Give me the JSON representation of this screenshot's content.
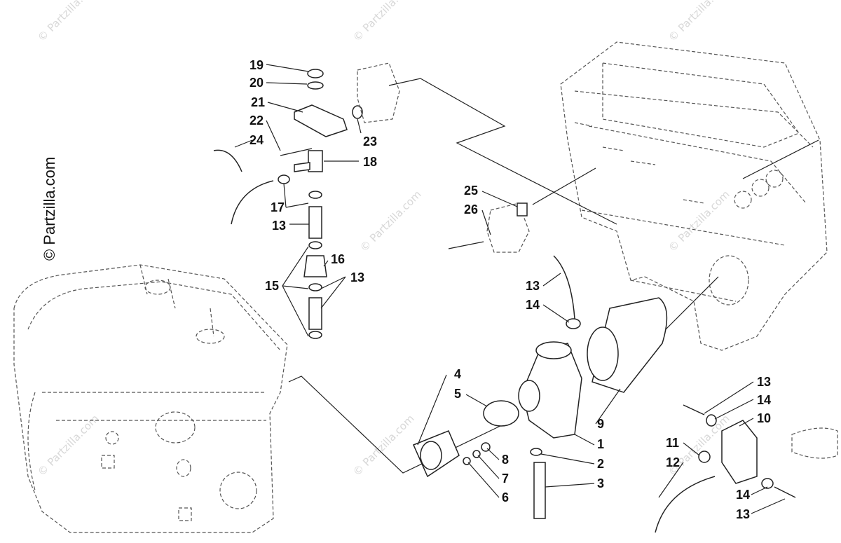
{
  "side_watermark": "© Partzilla.com",
  "watermark": "© Partzilla.com",
  "callouts": [
    {
      "id": "c19",
      "label": "19"
    },
    {
      "id": "c20",
      "label": "20"
    },
    {
      "id": "c21",
      "label": "21"
    },
    {
      "id": "c22",
      "label": "22"
    },
    {
      "id": "c24",
      "label": "24"
    },
    {
      "id": "c23",
      "label": "23"
    },
    {
      "id": "c18",
      "label": "18"
    },
    {
      "id": "c17",
      "label": "17"
    },
    {
      "id": "c13a",
      "label": "13"
    },
    {
      "id": "c16",
      "label": "16"
    },
    {
      "id": "c15",
      "label": "15"
    },
    {
      "id": "c13b",
      "label": "13"
    },
    {
      "id": "c25",
      "label": "25"
    },
    {
      "id": "c26",
      "label": "26"
    },
    {
      "id": "c13c",
      "label": "13"
    },
    {
      "id": "c14a",
      "label": "14"
    },
    {
      "id": "c4",
      "label": "4"
    },
    {
      "id": "c5",
      "label": "5"
    },
    {
      "id": "c9",
      "label": "9"
    },
    {
      "id": "c1",
      "label": "1"
    },
    {
      "id": "c2",
      "label": "2"
    },
    {
      "id": "c3",
      "label": "3"
    },
    {
      "id": "c8",
      "label": "8"
    },
    {
      "id": "c7",
      "label": "7"
    },
    {
      "id": "c6",
      "label": "6"
    },
    {
      "id": "c13d",
      "label": "13"
    },
    {
      "id": "c14b",
      "label": "14"
    },
    {
      "id": "c10",
      "label": "10"
    },
    {
      "id": "c11",
      "label": "11"
    },
    {
      "id": "c12",
      "label": "12"
    },
    {
      "id": "c14c",
      "label": "14"
    },
    {
      "id": "c13e",
      "label": "13"
    }
  ]
}
